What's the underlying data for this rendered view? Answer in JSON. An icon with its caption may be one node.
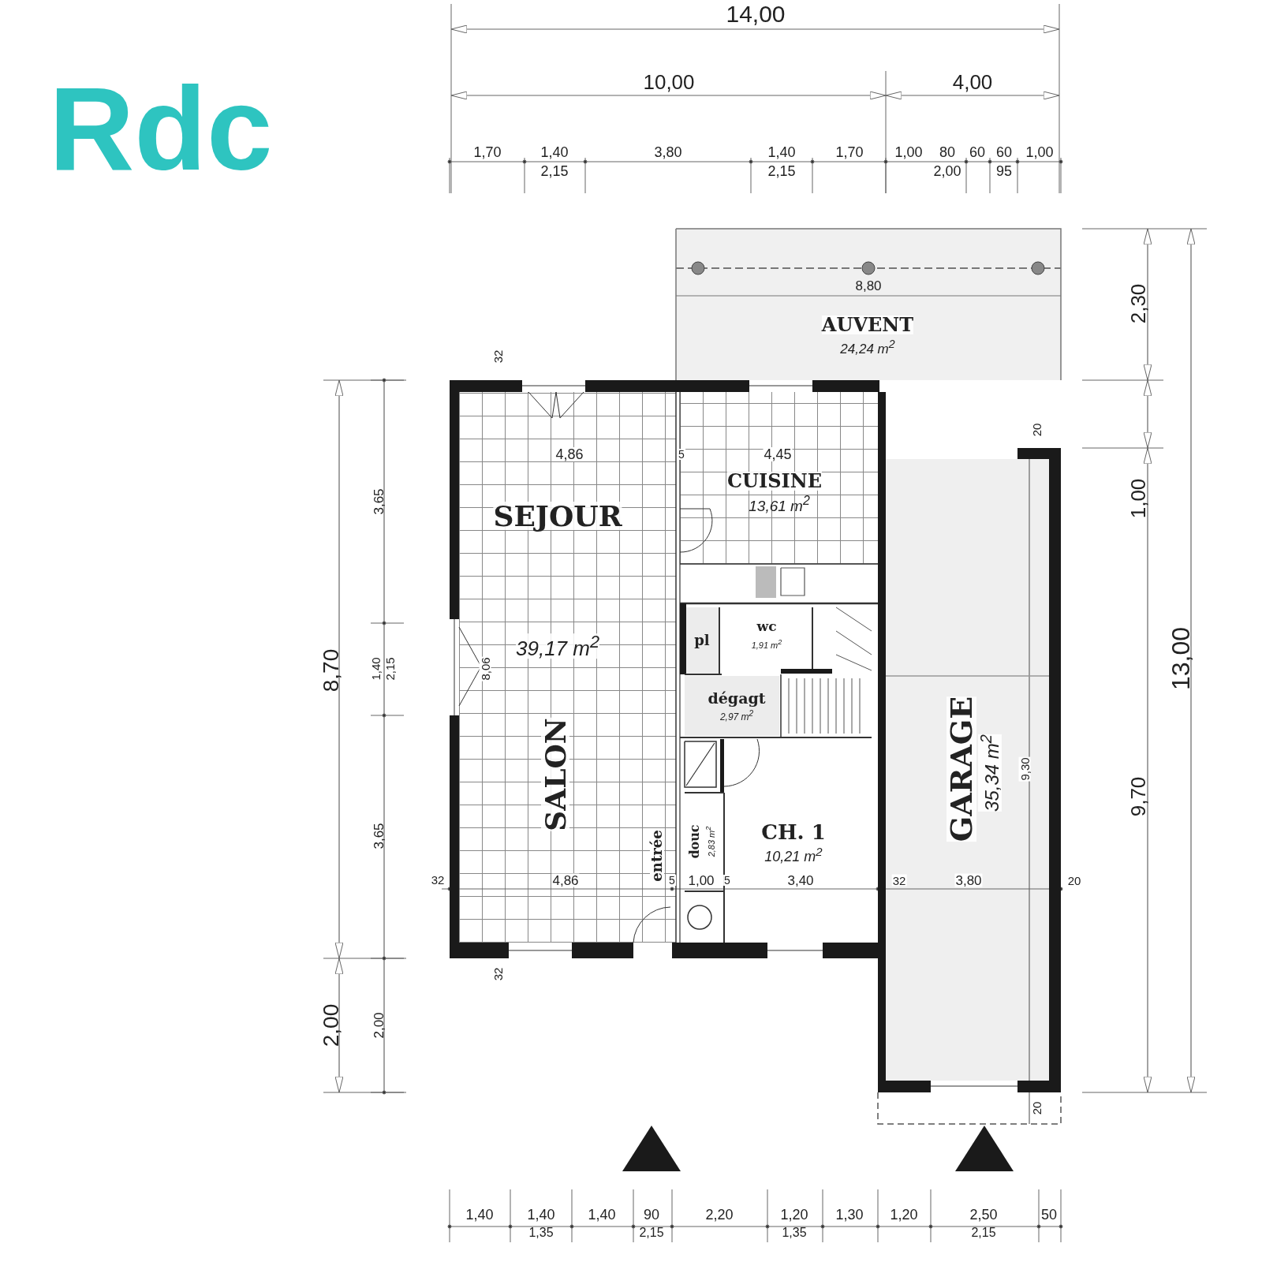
{
  "diagram": {
    "title": "Rdc",
    "nodes": [
      {
        "text": [
          "SEJOUR",
          "39,17 m$^{2}$",
          "SALON"
        ]
      },
      {
        "text": [
          "CUISINE",
          "13,61 m$^{2}$"
        ]
      },
      {
        "text": [
          "AUVENT",
          "24,24 m$^{2}$"
        ]
      },
      {
        "text": [
          "pl"
        ]
      },
      {
        "text": [
          "wc",
          "1,91 m$^{2}$"
        ]
      },
      {
        "text": [
          "dégagt",
          "2,97 m$^{2}$"
        ]
      },
      {
        "text": [
          "douc",
          "2,83 m$^{2}$"
        ]
      },
      {
        "text": [
          "CH. 1",
          "10,21 m$^{2}$"
        ]
      },
      {
        "text": [
          "GARAGE",
          "35,34 m$^{2}$"
        ]
      }
    ],
    "labels": [
      "14,00",
      "10,00",
      "4,00",
      "1,70",
      "1,40",
      "2,15",
      "3,80",
      "1,40",
      "2,15",
      "1,70",
      "1,00",
      "80",
      "2,00",
      "60",
      "60",
      "95",
      "1,00",
      "8,80",
      "2,30",
      "32",
      "4,86",
      "5",
      "4,45",
      "20",
      "3,65",
      "1,00",
      "8,70",
      "1,40",
      "2,15",
      "8,06",
      "13,00",
      "9,30",
      "9,70",
      "3,65",
      "32",
      "4,86",
      "5",
      "1,00",
      "5",
      "3,40",
      "32",
      "3,80",
      "20",
      "32",
      "2,00",
      "2,00",
      "20",
      "1,40",
      "1,40",
      "1,35",
      "1,40",
      "90",
      "2,15",
      "2,20",
      "1,20",
      "1,35",
      "1,30",
      "1,20",
      "2,50",
      "2,15",
      "50",
      "entrée"
    ]
  }
}
